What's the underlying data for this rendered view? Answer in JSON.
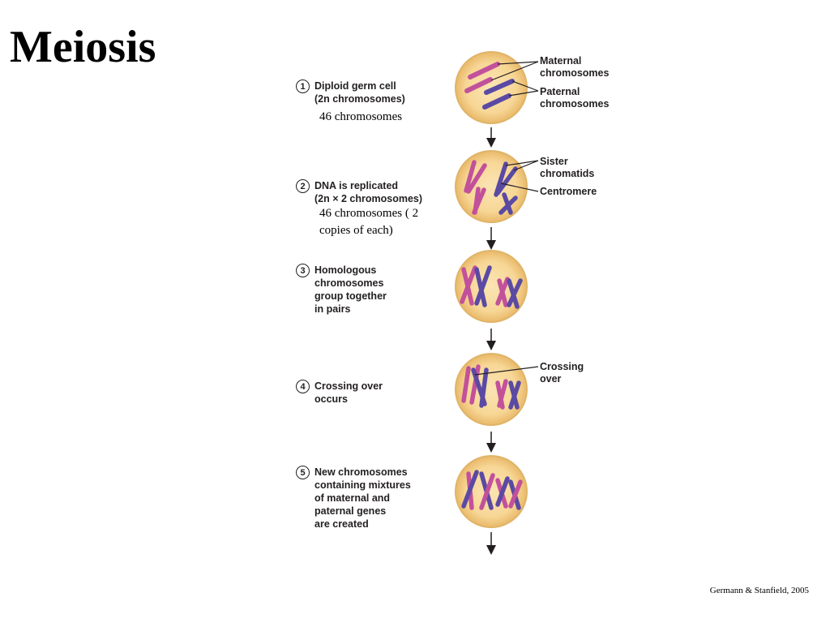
{
  "title": "Meiosis",
  "steps": [
    {
      "num": "1",
      "lines": [
        "Diploid germ cell",
        "(2n chromosomes)"
      ]
    },
    {
      "num": "2",
      "lines": [
        "DNA is replicated",
        "(2n × 2 chromosomes)"
      ]
    },
    {
      "num": "3",
      "lines": [
        "Homologous",
        "chromosomes",
        "group together",
        "in pairs"
      ]
    },
    {
      "num": "4",
      "lines": [
        "Crossing over",
        "occurs"
      ]
    },
    {
      "num": "5",
      "lines": [
        "New chromosomes",
        "containing mixtures",
        "of maternal and",
        "paternal genes",
        "are created"
      ]
    }
  ],
  "notes": {
    "step1": [
      "46 chromosomes"
    ],
    "step2": [
      "46 chromosomes ( 2",
      "copies of each)"
    ]
  },
  "callouts": {
    "maternal": [
      "Maternal",
      "chromosomes"
    ],
    "paternal": [
      "Paternal",
      "chromosomes"
    ],
    "sister": [
      "Sister",
      "chromatids"
    ],
    "centromere": [
      "Centromere"
    ],
    "crossing": [
      "Crossing",
      "over"
    ]
  },
  "credit": "Germann & Stanfield, 2005",
  "colors": {
    "cell_fill": "#f8d89a",
    "cell_edge": "#e0b468",
    "maternal": "#c2519b",
    "paternal": "#5b4aa3",
    "text": "#231f20"
  }
}
